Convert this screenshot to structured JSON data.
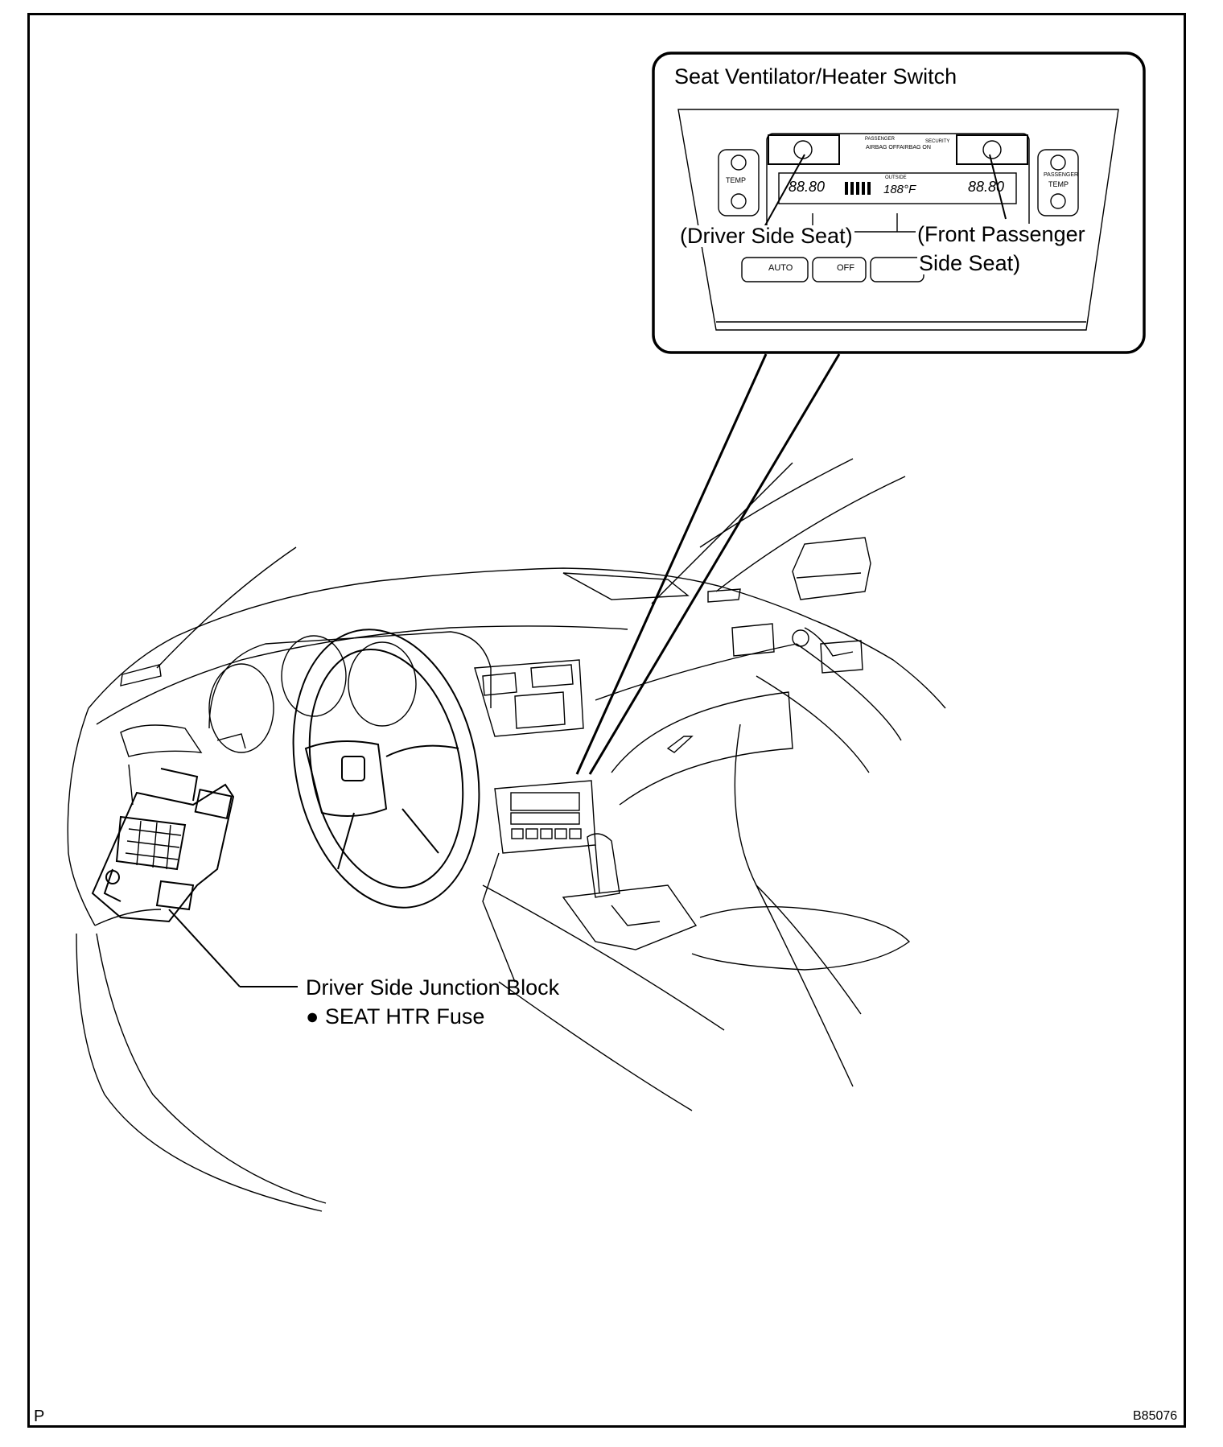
{
  "callout": {
    "title": "Seat Ventilator/Heater Switch",
    "driver_label": "(Driver Side Seat)",
    "passenger_label_line1": "(Front Passenger",
    "passenger_label_line2": "Side Seat)"
  },
  "panel": {
    "left_button": "TEMP",
    "right_button_line1": "PASSENGER",
    "right_button_line2": "TEMP",
    "airbag_off": "AIRBAG OFF",
    "airbag_on": "AIRBAG ON",
    "passenger_header": "PASSENGER",
    "security": "SECURITY",
    "outside": "OUTSIDE",
    "display_left": "88.80",
    "display_mid": "188°F",
    "display_right": "88.80",
    "auto_button": "AUTO",
    "off_button": "OFF"
  },
  "junction": {
    "label_line1": "Driver Side Junction Block",
    "bullet": "●",
    "label_line2": "SEAT HTR Fuse"
  },
  "footer": {
    "left_mark": "P",
    "figure_id": "B85076"
  }
}
